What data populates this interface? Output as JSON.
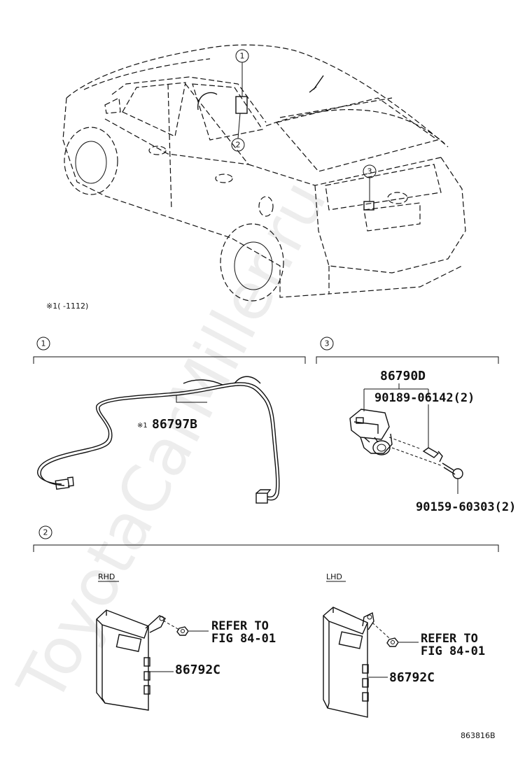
{
  "overview": {
    "callout_1": "1",
    "callout_2": "2",
    "callout_3": "3",
    "note": "※1(    -1112)"
  },
  "section_1": {
    "number": "1",
    "note_mark": "※1",
    "part_number": "86797B"
  },
  "section_3": {
    "number": "3",
    "main_part": "86790D",
    "screw_part": "90189-06142(2)",
    "bolt_part": "90159-60303(2)"
  },
  "section_2": {
    "number": "2",
    "rhd": {
      "label": "RHD",
      "refer_line1": "REFER TO",
      "refer_line2": "FIG 84-01",
      "part_number": "86792C"
    },
    "lhd": {
      "label": "LHD",
      "refer_line1": "REFER TO",
      "refer_line2": "FIG 84-01",
      "part_number": "86792C"
    }
  },
  "illustration_id": "863816B",
  "watermark": "ToyotaCarMiller.ru"
}
